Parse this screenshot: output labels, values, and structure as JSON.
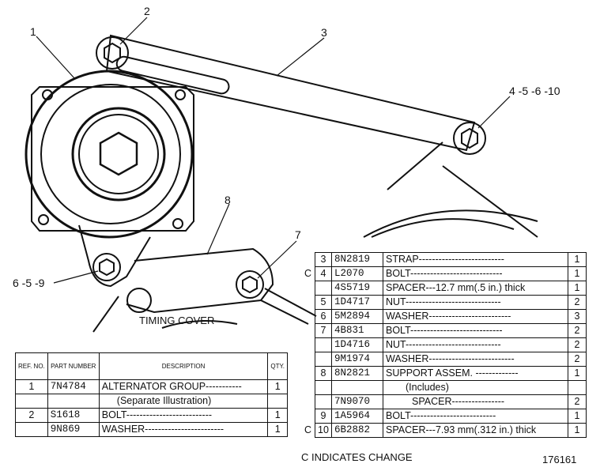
{
  "callouts": {
    "c1": "1",
    "c2": "2",
    "c3": "3",
    "c4_5_6_10": "4 -5 -6 -10",
    "c6_5_9": "6 -5 -9",
    "c7": "7",
    "c8": "8"
  },
  "drawing_label": "TIMING COVER",
  "table1": {
    "headers": {
      "ref": "REF. NO.",
      "part": "PART NUMBER",
      "desc": "DESCRIPTION",
      "qty": "QTY."
    },
    "rows": [
      {
        "ref": "1",
        "part": "7N4784",
        "desc": "ALTERNATOR GROUP-----------",
        "qty": "1"
      },
      {
        "ref": "",
        "part": "",
        "desc": "(Separate Illustration)",
        "qty": ""
      },
      {
        "ref": "2",
        "part": "S1618",
        "desc": "BOLT--------------------------",
        "qty": "1"
      },
      {
        "ref": "",
        "part": "9N869",
        "desc": "WASHER------------------------",
        "qty": "1"
      }
    ]
  },
  "table2": {
    "rows": [
      {
        "chg": "",
        "ref": "3",
        "part": "8N2819",
        "desc": "STRAP--------------------------",
        "qty": "1"
      },
      {
        "chg": "C",
        "ref": "4",
        "part": "L2070",
        "desc": "BOLT----------------------------",
        "qty": "1"
      },
      {
        "chg": "",
        "ref": "",
        "part": "4S5719",
        "desc": "SPACER---12.7 mm(.5 in.) thick",
        "qty": "1"
      },
      {
        "chg": "",
        "ref": "5",
        "part": "1D4717",
        "desc": "NUT-----------------------------",
        "qty": "2"
      },
      {
        "chg": "",
        "ref": "6",
        "part": "5M2894",
        "desc": "WASHER-------------------------",
        "qty": "3"
      },
      {
        "chg": "",
        "ref": "7",
        "part": "4B831",
        "desc": "BOLT----------------------------",
        "qty": "2"
      },
      {
        "chg": "",
        "ref": "",
        "part": "1D4716",
        "desc": "NUT-----------------------------",
        "qty": "2"
      },
      {
        "chg": "",
        "ref": "",
        "part": "9M1974",
        "desc": "WASHER--------------------------",
        "qty": "2"
      },
      {
        "chg": "",
        "ref": "8",
        "part": "8N2821",
        "desc": "SUPPORT ASSEM. -------------",
        "qty": "1"
      },
      {
        "chg": "",
        "ref": "",
        "part": "",
        "desc": "(Includes)",
        "qty": ""
      },
      {
        "chg": "",
        "ref": "",
        "part": "7N9070",
        "desc": "SPACER----------------",
        "qty": "2"
      },
      {
        "chg": "",
        "ref": "9",
        "part": "1A5964",
        "desc": "BOLT--------------------------",
        "qty": "1"
      },
      {
        "chg": "C",
        "ref": "10",
        "part": "6B2882",
        "desc": "SPACER---7.93 mm(.312 in.) thick",
        "qty": "1"
      }
    ]
  },
  "footer": {
    "change_note": "C INDICATES CHANGE",
    "illustration_number": "176161"
  }
}
